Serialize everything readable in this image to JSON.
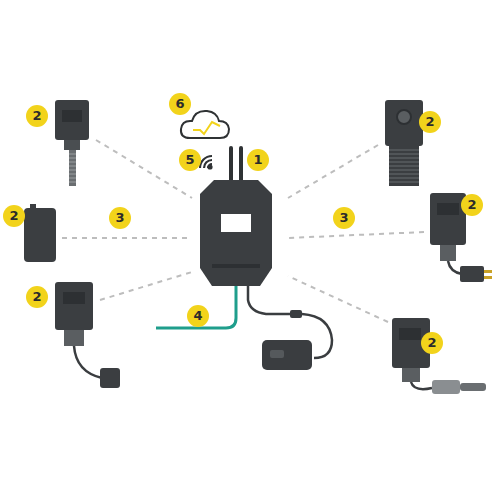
{
  "diagram": {
    "labels": [
      "2",
      "6",
      "2",
      "5",
      "1",
      "2",
      "3",
      "3",
      "2",
      "4",
      "2",
      "2"
    ]
  }
}
